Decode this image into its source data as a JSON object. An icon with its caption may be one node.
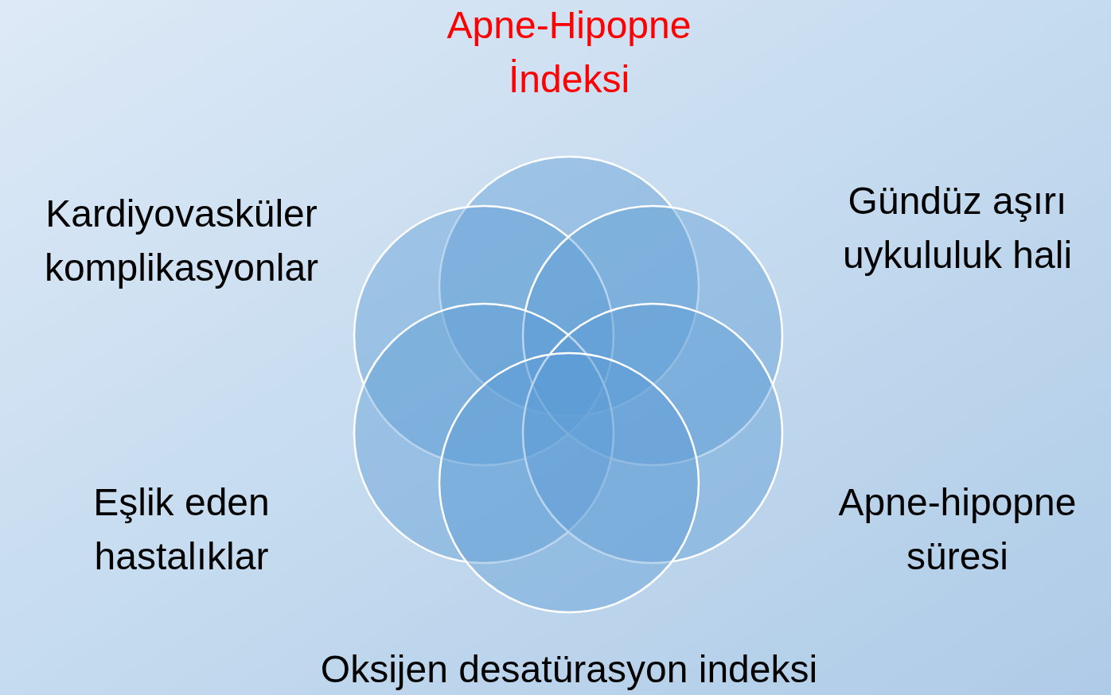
{
  "diagram": {
    "nodes": [
      {
        "text": [],
        "shape": "circle",
        "beside": [
          "Apne-Hipopne İndeksi"
        ]
      },
      {
        "text": [],
        "shape": "circle",
        "beside": [
          "Kardiyovasküler komplikasyonlar"
        ]
      },
      {
        "text": [],
        "shape": "circle",
        "beside": [
          "Gündüz aşırı uykululuk hali"
        ]
      },
      {
        "text": [],
        "shape": "circle",
        "beside": [
          "Eşlik eden hastalıklar"
        ]
      },
      {
        "text": [],
        "shape": "circle",
        "beside": [
          "Apne-hipopne süresi"
        ]
      },
      {
        "text": [],
        "shape": "circle",
        "beside": [
          "Oksijen desatürasyon indeksi"
        ]
      }
    ]
  }
}
